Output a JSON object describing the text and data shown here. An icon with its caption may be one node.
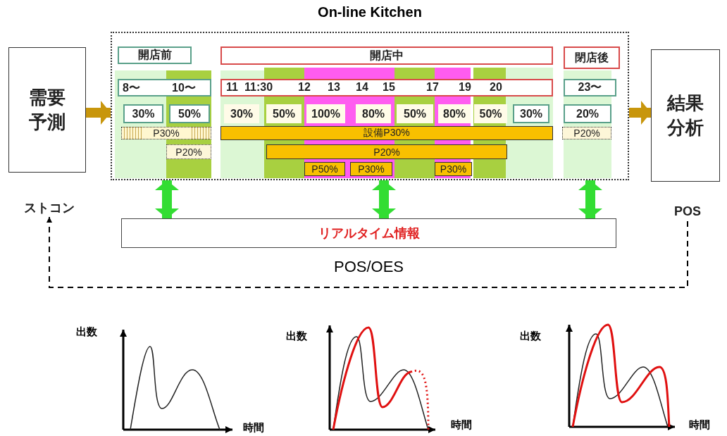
{
  "diagram": {
    "nodes": [
      {
        "text": [
          "On-line Kitchen"
        ]
      },
      {
        "text": [
          "需要予測"
        ]
      },
      {
        "text": [
          "結果分析"
        ]
      },
      {
        "text": [
          "開店前"
        ],
        "in": 0
      },
      {
        "text": [
          "開店中"
        ],
        "in": 0
      },
      {
        "text": [
          "閉店後"
        ],
        "in": 0
      },
      {
        "text": [
          "8〜",
          "10〜"
        ],
        "in": 0
      },
      {
        "text": [
          "11",
          "11:30",
          "12",
          "13",
          "14",
          "15",
          "17",
          "19",
          "20"
        ],
        "in": 0
      },
      {
        "text": [
          "23〜"
        ],
        "in": 0
      },
      {
        "text": [
          "30%"
        ],
        "in": 0
      },
      {
        "text": [
          "50%"
        ],
        "in": 0
      },
      {
        "text": [
          "30%"
        ],
        "in": 0
      },
      {
        "text": [
          "50%"
        ],
        "in": 0
      },
      {
        "text": [
          "100%"
        ],
        "in": 0
      },
      {
        "text": [
          "80%"
        ],
        "in": 0
      },
      {
        "text": [
          "50%"
        ],
        "in": 0
      },
      {
        "text": [
          "80%"
        ],
        "in": 0
      },
      {
        "text": [
          "50%"
        ],
        "in": 0
      },
      {
        "text": [
          "30%"
        ],
        "in": 0
      },
      {
        "text": [
          "20%"
        ],
        "in": 0
      },
      {
        "text": [
          "P30%"
        ],
        "in": 0
      },
      {
        "text": [
          "設備P30%"
        ],
        "in": 0
      },
      {
        "text": [
          "P20%"
        ],
        "in": 0
      },
      {
        "text": [
          "P20%"
        ],
        "in": 0
      },
      {
        "text": [
          "P20%"
        ],
        "in": 0
      },
      {
        "text": [
          "P50%"
        ],
        "in": 0
      },
      {
        "text": [
          "P30%"
        ],
        "in": 0
      },
      {
        "text": [
          "P30%"
        ],
        "in": 0
      },
      {
        "text": [
          "リアルタイム情報"
        ],
        "beside": [
          "POS/OES"
        ]
      },
      {
        "text": [
          "ストコン"
        ]
      },
      {
        "text": [
          "POS"
        ]
      }
    ],
    "edges": [
      {
        "from": 1,
        "to": 0,
        "arrow": "to",
        "color": "#c8960c"
      },
      {
        "from": 0,
        "to": 2,
        "arrow": "to",
        "color": "#c8960c"
      },
      {
        "from": 0,
        "to": 28,
        "arrow": "both",
        "color": "#33dd33"
      },
      {
        "from": 0,
        "to": 28,
        "arrow": "both",
        "color": "#33dd33"
      },
      {
        "from": 0,
        "to": 28,
        "arrow": "both",
        "color": "#33dd33"
      },
      {
        "from": 30,
        "to": 29,
        "arrow": "to",
        "style": "dashed",
        "color": "#000000"
      }
    ],
    "labels": [
      "出数",
      "時間",
      "出数",
      "時間",
      "出数",
      "時間"
    ]
  }
}
